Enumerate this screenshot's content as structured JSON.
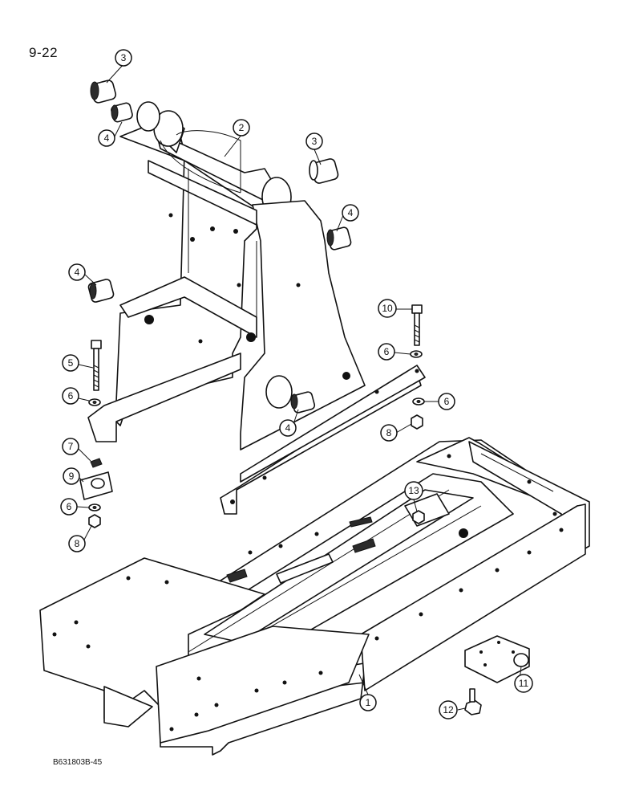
{
  "page": {
    "number": "9-22",
    "drawing_code": "B631803B-45"
  },
  "callouts": [
    {
      "id": "c-1",
      "label": "1"
    },
    {
      "id": "c-2",
      "label": "2"
    },
    {
      "id": "c-3a",
      "label": "3"
    },
    {
      "id": "c-3b",
      "label": "3"
    },
    {
      "id": "c-4a",
      "label": "4"
    },
    {
      "id": "c-4b",
      "label": "4"
    },
    {
      "id": "c-4c",
      "label": "4"
    },
    {
      "id": "c-4d",
      "label": "4"
    },
    {
      "id": "c-5",
      "label": "5"
    },
    {
      "id": "c-6a",
      "label": "6"
    },
    {
      "id": "c-6b",
      "label": "6"
    },
    {
      "id": "c-6c",
      "label": "6"
    },
    {
      "id": "c-6d",
      "label": "6"
    },
    {
      "id": "c-7",
      "label": "7"
    },
    {
      "id": "c-8a",
      "label": "8"
    },
    {
      "id": "c-8b",
      "label": "8"
    },
    {
      "id": "c-9",
      "label": "9"
    },
    {
      "id": "c-10",
      "label": "10"
    },
    {
      "id": "c-11",
      "label": "11"
    },
    {
      "id": "c-12",
      "label": "12"
    },
    {
      "id": "c-13",
      "label": "13"
    }
  ]
}
